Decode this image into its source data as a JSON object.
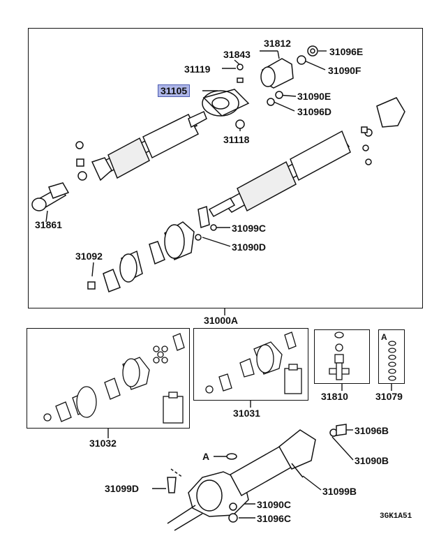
{
  "diagram": {
    "main_assembly_label": "31000A",
    "drawing_code": "3GK1A51",
    "callout_letter": "A",
    "highlight_color": "#aeb6e8",
    "part_numbers": {
      "p31812": "31812",
      "p31843": "31843",
      "p31096E": "31096E",
      "p31119": "31119",
      "p31090F": "31090F",
      "p31105": "31105",
      "p31090E": "31090E",
      "p31096D": "31096D",
      "p31118": "31118",
      "p31861": "31861",
      "p31099C": "31099C",
      "p31092": "31092",
      "p31090D": "31090D",
      "p31032": "31032",
      "p31031": "31031",
      "p31810": "31810",
      "p31079": "31079",
      "p31096B": "31096B",
      "p31090B": "31090B",
      "p31099D": "31099D",
      "p31099B": "31099B",
      "p31090C": "31090C",
      "p31096C": "31096C"
    }
  }
}
